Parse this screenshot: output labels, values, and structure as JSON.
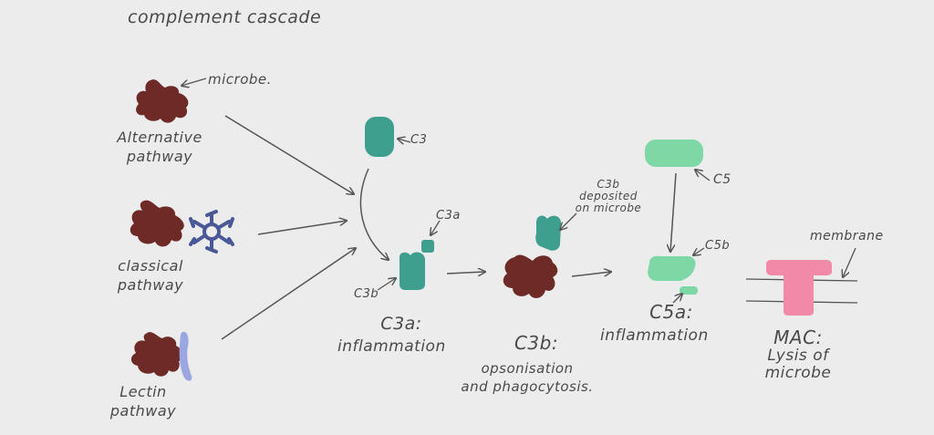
{
  "title": "complement cascade",
  "labels": {
    "microbe": "microbe.",
    "alternative": "Alternative",
    "alternative_2": "pathway",
    "classical": "classical",
    "classical_2": "pathway",
    "lectin": "Lectin",
    "lectin_2": "pathway",
    "c3": "C3",
    "c3a_small": "C3a",
    "c3b_small": "C3b",
    "c3a_heading": "C3a:",
    "c3a_desc": "inflammation",
    "c3b_dep_1": "C3b",
    "c3b_dep_2": "deposited",
    "c3b_dep_3": "on microbe",
    "c3b_heading": "C3b:",
    "c3b_desc_1": "opsonisation",
    "c3b_desc_2": "and phagocytosis.",
    "c5": "C5",
    "c5b": "C5b",
    "c5a_heading": "C5a:",
    "c5a_desc": "inflammation",
    "membrane": "membrane",
    "mac_heading": "MAC:",
    "mac_desc_1": "Lysis of",
    "mac_desc_2": "microbe"
  },
  "colors": {
    "microbe": "#6e2a26",
    "teal": "#3f9f8f",
    "mint": "#7dd8a6",
    "pink": "#f08aa8",
    "navy": "#4a5896",
    "lilac": "#9aa7e0",
    "ink": "#555555"
  }
}
